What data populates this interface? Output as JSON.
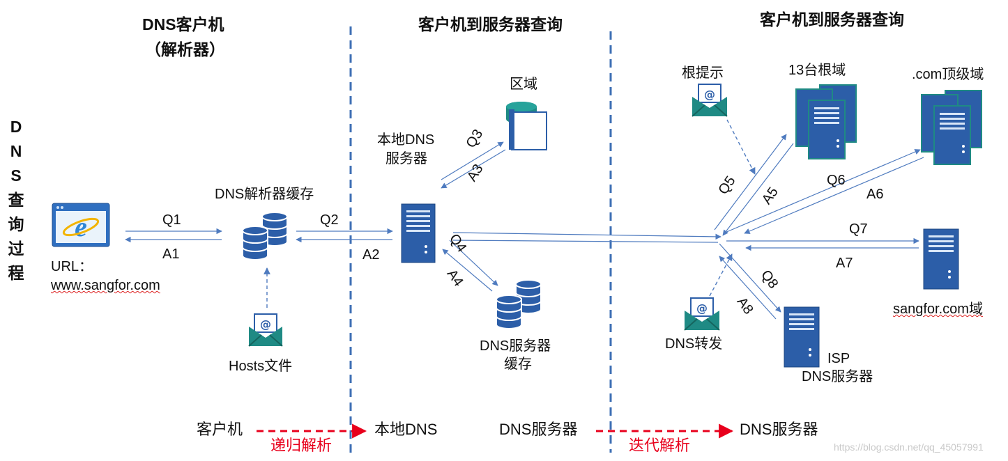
{
  "headers": {
    "client": "DNS客户机",
    "client_sub": "（解析器）",
    "mid": "客户机到服务器查询",
    "right": "客户机到服务器查询"
  },
  "side_title": "DNS查询过程",
  "nodes": {
    "url_label": "URL：",
    "url_value": "www.sangfor.com",
    "resolver_cache": "DNS解析器缓存",
    "hosts_file": "Hosts文件",
    "local_dns_line1": "本地DNS",
    "local_dns_line2": "服务器",
    "zone": "区域",
    "dns_cache_line1": "DNS服务器",
    "dns_cache_line2": "缓存",
    "root_hint": "根提示",
    "root_13": "13台根域",
    "com_tld": ".com顶级域",
    "sangfor_domain": "sangfor.com域",
    "dns_forward": "DNS转发",
    "isp_line1": "ISP",
    "isp_line2": "DNS服务器"
  },
  "edges": {
    "q1": "Q1",
    "a1": "A1",
    "q2": "Q2",
    "a2": "A2",
    "q3": "Q3",
    "a3": "A3",
    "q4": "Q4",
    "a4": "A4",
    "q5": "Q5",
    "a5": "A5",
    "q6": "Q6",
    "a6": "A6",
    "q7": "Q7",
    "a7": "A7",
    "q8": "Q8",
    "a8": "A8"
  },
  "footer": {
    "client": "客户机",
    "local_dns": "本地DNS",
    "recursive": "递归解析",
    "dns_server_left": "DNS服务器",
    "dns_server_right": "DNS服务器",
    "iterative": "迭代解析"
  },
  "watermark": "https://blog.csdn.net/qq_45057991",
  "colors": {
    "arrow": "#4f7bbf",
    "divider": "#3e6fb4",
    "server_blue": "#2c5ea8",
    "teal": "#1f8a84",
    "red": "#e8001c"
  }
}
